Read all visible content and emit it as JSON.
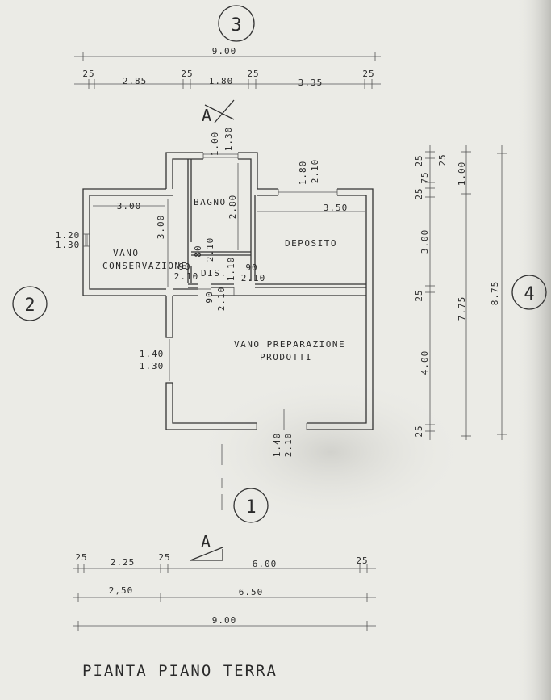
{
  "title": "PIANTA  PIANO  TERRA",
  "axes": {
    "n3": "3",
    "n1": "1",
    "n2": "2",
    "n4": "4"
  },
  "section_marker": "A",
  "top_dims": {
    "total": "9.00",
    "w1": "25",
    "s1": "2.85",
    "w2": "25",
    "s2": "1.80",
    "w3": "25",
    "s3": "3.35",
    "w4": "25"
  },
  "bottom_dims": {
    "w1": "25",
    "s1": "2.25",
    "w2": "25",
    "s2": "6.00",
    "w3": "25",
    "a1": "2,50",
    "a2": "6.50",
    "total": "9.00"
  },
  "right_dims": {
    "r1": "25",
    "r2": "75",
    "r3": "25",
    "r4": "25",
    "r5": "3.00",
    "r6": "25",
    "r7": "4.00",
    "r8": "25",
    "m1": "1.00",
    "m2": "7.75",
    "total": "8.75"
  },
  "rooms": {
    "bagno": "BAGNO",
    "deposito": "DEPOSITO",
    "vano_cons_1": "VANO",
    "vano_cons_2": "CONSERVAZIONE",
    "dis": "DIS.",
    "vano_prep_1": "VANO  PREPARAZIONE",
    "vano_prep_2": "PRODOTTI"
  },
  "inner_dims": {
    "bagno_win_1": "1.00",
    "bagno_win_2": "1.30",
    "dep_win_1": "1.80",
    "dep_win_2": "2.10",
    "cons_w": "3.00",
    "cons_d": "3.00",
    "bagno_d": "2.80",
    "dep_w": "3.50",
    "left_win_1": "1.20",
    "left_win_2": "1.30",
    "door_b1": "80",
    "door_b2": "2.10",
    "door_c1": "90",
    "door_c2": "2.10",
    "dis_d": "1.10",
    "door_d1": "90",
    "door_d2": "2.10",
    "door_p1": "90",
    "door_p2": "2.10",
    "prep_win_1": "1.40",
    "prep_win_2": "1.30",
    "entry_1": "1.40",
    "entry_2": "2.10"
  }
}
